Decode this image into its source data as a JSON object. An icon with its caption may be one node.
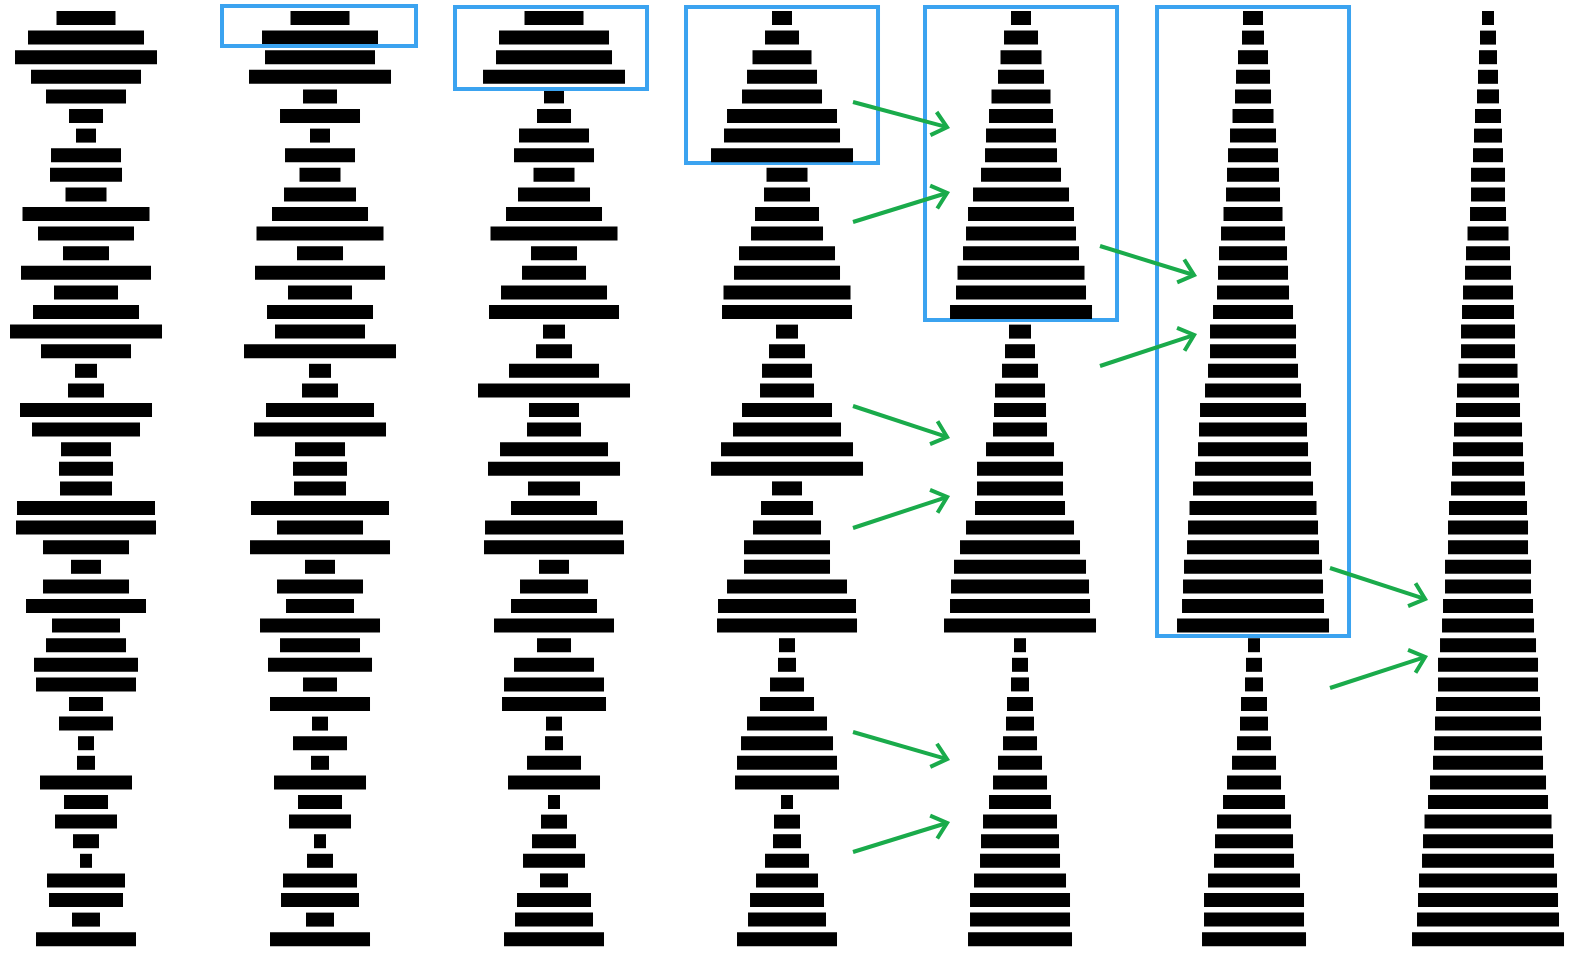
{
  "diagram": {
    "nodes": [
      {
        "text": [],
        "shape": "box"
      },
      {
        "text": [],
        "shape": "box"
      },
      {
        "text": [],
        "shape": "box"
      },
      {
        "text": [],
        "shape": "picture",
        "in": 2
      },
      {
        "text": [],
        "shape": "picture"
      },
      {
        "text": [],
        "shape": "picture"
      },
      {
        "text": [],
        "shape": "picture"
      },
      {
        "text": [],
        "shape": "picture"
      },
      {
        "text": [],
        "shape": "picture"
      },
      {
        "text": [],
        "shape": "box"
      },
      {
        "text": [],
        "shape": "picture",
        "in": 9
      },
      {
        "text": [],
        "shape": "picture"
      },
      {
        "text": [],
        "shape": "picture"
      },
      {
        "text": [],
        "shape": "box"
      },
      {
        "text": [],
        "shape": "picture",
        "in": 13
      },
      {
        "text": [],
        "shape": "picture"
      },
      {
        "text": [],
        "shape": "picture"
      }
    ],
    "edges": [
      {
        "from": 3,
        "to": 10,
        "arrow": "to"
      },
      {
        "from": 4,
        "to": 10,
        "arrow": "to"
      },
      {
        "from": 5,
        "to": 11,
        "arrow": "to"
      },
      {
        "from": 6,
        "to": 11,
        "arrow": "to"
      },
      {
        "from": 7,
        "to": 12,
        "arrow": "to"
      },
      {
        "from": 8,
        "to": 12,
        "arrow": "to"
      },
      {
        "from": 10,
        "to": 14,
        "arrow": "to"
      },
      {
        "from": 11,
        "to": 14,
        "arrow": "to"
      },
      {
        "from": 14,
        "to": 16,
        "arrow": "to"
      },
      {
        "from": 15,
        "to": 16,
        "arrow": "to"
      }
    ]
  }
}
